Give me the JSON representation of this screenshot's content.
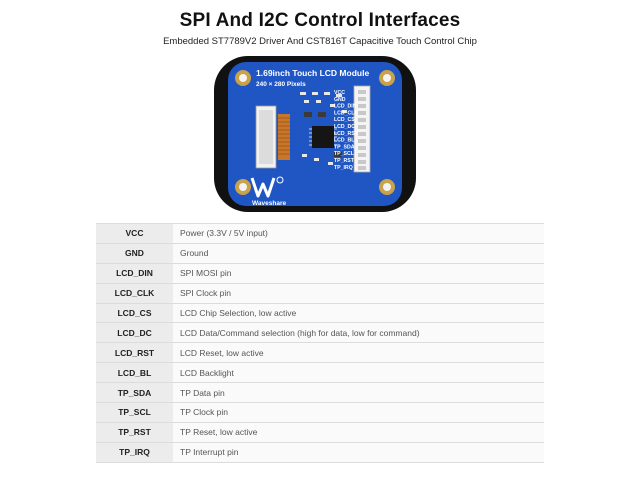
{
  "header": {
    "title": "SPI And I2C Control Interfaces",
    "subtitle": "Embedded ST7789V2 Driver And CST816T Capacitive Touch Control Chip"
  },
  "board": {
    "module_title": "1.69inch Touch LCD Module",
    "module_resolution": "240 × 280 Pixels",
    "brand": "Waveshare",
    "pin_labels": [
      "VCC",
      "GND",
      "LCD_DIN",
      "LCD_CLK",
      "LCD_CS",
      "LCD_DC",
      "LCD_RST",
      "LCD_BL",
      "TP_SDA",
      "TP_SCL",
      "TP_RST",
      "TP_IRQ"
    ],
    "colors": {
      "pcb": "#1f56c4",
      "frame": "#111111",
      "gold": "#c9a24a"
    }
  },
  "pins": [
    {
      "pin": "VCC",
      "desc": "Power (3.3V / 5V input)"
    },
    {
      "pin": "GND",
      "desc": "Ground"
    },
    {
      "pin": "LCD_DIN",
      "desc": "SPI MOSI pin"
    },
    {
      "pin": "LCD_CLK",
      "desc": "SPI Clock pin"
    },
    {
      "pin": "LCD_CS",
      "desc": "LCD Chip Selection, low active"
    },
    {
      "pin": "LCD_DC",
      "desc": "LCD Data/Command selection (high for data, low for command)"
    },
    {
      "pin": "LCD_RST",
      "desc": "LCD Reset, low active"
    },
    {
      "pin": "LCD_BL",
      "desc": "LCD Backlight"
    },
    {
      "pin": "TP_SDA",
      "desc": "TP Data pin"
    },
    {
      "pin": "TP_SCL",
      "desc": "TP Clock pin"
    },
    {
      "pin": "TP_RST",
      "desc": "TP Reset, low active"
    },
    {
      "pin": "TP_IRQ",
      "desc": "TP Interrupt pin"
    }
  ]
}
